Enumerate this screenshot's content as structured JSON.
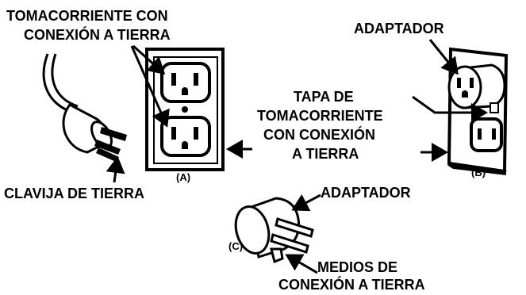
{
  "labels": {
    "grounded_outlet_line1": "TOMACORRIENTE CON",
    "grounded_outlet_line2": "CONEXIÓN A TIERRA",
    "ground_pin": "CLAVIJA DE TIERRA",
    "figure_a": "(A)",
    "adapter_top": "ADAPTADOR",
    "cover_line1": "TAPA DE",
    "cover_line2": "TOMACORRIENTE",
    "cover_line3": "CON CONEXIÓN",
    "cover_line4": "A TIERRA",
    "figure_b": "(B)",
    "adapter_bottom": "ADAPTADOR",
    "figure_c": "(C)",
    "grounding_means_line1": "MEDIOS DE",
    "grounding_means_line2": "CONEXIÓN A TIERRA"
  },
  "colors": {
    "ink": "#000000",
    "paper": "#ffffff"
  }
}
